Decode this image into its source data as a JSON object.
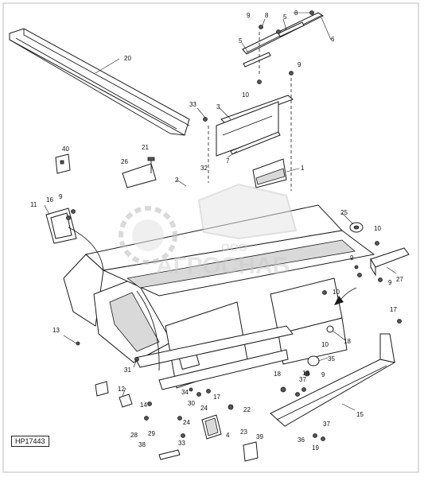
{
  "diagram": {
    "reference_code": "HP17443",
    "watermark": {
      "line1": "ООО",
      "line2": "АГРОСНАБ",
      "colors": {
        "gray": "#c8c8c8"
      }
    },
    "callouts": [
      "1",
      "2",
      "3",
      "4",
      "5",
      "6",
      "7",
      "8",
      "9",
      "10",
      "11",
      "12",
      "13",
      "14",
      "15",
      "16",
      "17",
      "18",
      "19",
      "20",
      "21",
      "22",
      "23",
      "24",
      "25",
      "26",
      "27",
      "28",
      "29",
      "30",
      "31",
      "32",
      "33",
      "34",
      "35",
      "36",
      "37",
      "38",
      "39",
      "40"
    ]
  }
}
